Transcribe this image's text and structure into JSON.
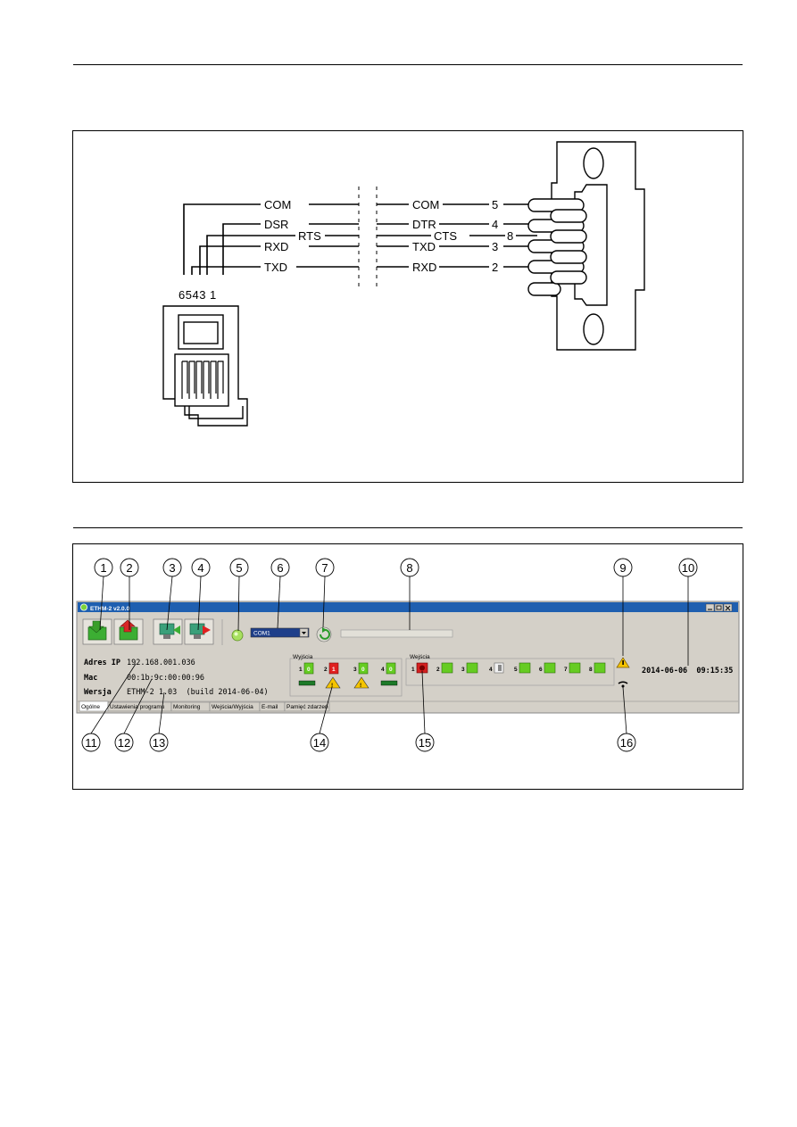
{
  "wiring": {
    "left_labels": {
      "com": "COM",
      "dsr": "DSR",
      "rts": "RTS",
      "rxd": "RXD",
      "txd": "TXD"
    },
    "right_labels": {
      "com": "COM",
      "dtr": "DTR",
      "cts": "CTS",
      "txd": "TXD",
      "rxd": "RXD"
    },
    "right_pins": {
      "com": "5",
      "dtr": "4",
      "cts": "8",
      "txd": "3",
      "rxd": "2"
    },
    "left_pins": "6543 1"
  },
  "callouts": {
    "c1": "1",
    "c2": "2",
    "c3": "3",
    "c4": "4",
    "c5": "5",
    "c6": "6",
    "c7": "7",
    "c8": "8",
    "c9": "9",
    "c10": "10",
    "c11": "11",
    "c12": "12",
    "c13": "13",
    "c14": "14",
    "c15": "15",
    "c16": "16"
  },
  "app": {
    "title": "ETHM-2 v2.0.0",
    "com_port": "COM1",
    "fields": {
      "ip_label": "Adres IP",
      "ip_value": "192.168.001.036",
      "mac_label": "Mac",
      "mac_value": "00:1b:9c:00:00:96",
      "ver_label": "Wersja",
      "ver_value": "ETHM-2 1.03  (build 2014-06-04)"
    },
    "outputs": {
      "title": "Wyjścia",
      "nums": [
        "1",
        "2",
        "3",
        "4"
      ],
      "states": [
        "0",
        "1",
        "0",
        "0"
      ]
    },
    "inputs": {
      "title": "Wejścia",
      "nums": [
        "1",
        "2",
        "3",
        "4",
        "5",
        "6",
        "7",
        "8"
      ]
    },
    "datetime": "2014-06-06  09:15:35",
    "tabs": [
      "Ogólne",
      "Ustawienia programu",
      "Monitoring",
      "Wejścia/Wyjścia",
      "E-mail",
      "Pamięć zdarzeń"
    ],
    "colors": {
      "titlebar": "#1f5fb0",
      "window_bg": "#d4d0c8",
      "active_green": "#66cc22",
      "alarm_red": "#e02020",
      "warning_yellow": "#f5c400"
    }
  }
}
